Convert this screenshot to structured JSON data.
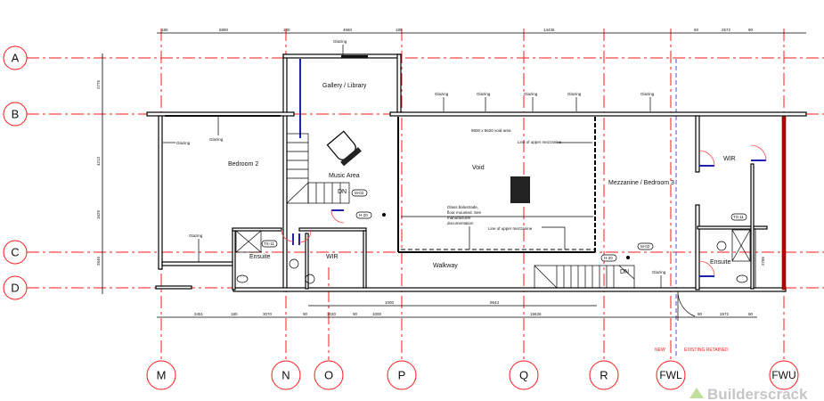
{
  "grid": {
    "rows": [
      "A",
      "B",
      "C",
      "D"
    ],
    "columns": [
      "M",
      "N",
      "O",
      "P",
      "Q",
      "R",
      "FWL",
      "FWU"
    ]
  },
  "rooms": {
    "gallery": "Gallery / Library",
    "bedroom2": "Bedroom 2",
    "music": "Music Area",
    "void": "Void",
    "mezzanine": "Mezzanine / Bedroom 3",
    "wir_right": "WIR",
    "ensuite_left": "Ensuite",
    "wir_left": "WIR",
    "walkway": "Walkway",
    "ensuite_right": "Ensuite"
  },
  "notes": {
    "glazing": "Glazing",
    "void_area": "9600 x 6620 void area",
    "upper_mezz": "Line of upper mezzanine",
    "balustrade_1": "Glass balustrade,",
    "balustrade_2": "floor mounted. See",
    "balustrade_3": "manufacturer",
    "balustrade_4": "documentation",
    "dn": "DN",
    "new": "NEW",
    "existing": "EXISTING RETAINED"
  },
  "tags": [
    "M-02",
    "H-20",
    "TS-11",
    "H-20",
    "M-02",
    "TS-11"
  ],
  "dimensions": {
    "top": [
      "180",
      "5890",
      "180",
      "4660",
      "185",
      "14436",
      "50",
      "2572",
      "90"
    ],
    "bottom_lower": [
      "3451",
      "180",
      "3070",
      "90",
      "3020",
      "90",
      "1000",
      "15626",
      "90",
      "2572",
      "90"
    ],
    "bottom_upper": [
      "1000",
      "9643"
    ],
    "left": [
      "2775",
      "4213",
      "1629",
      "2640"
    ],
    "right": [
      "2785"
    ]
  },
  "watermark": "Builderscrack"
}
